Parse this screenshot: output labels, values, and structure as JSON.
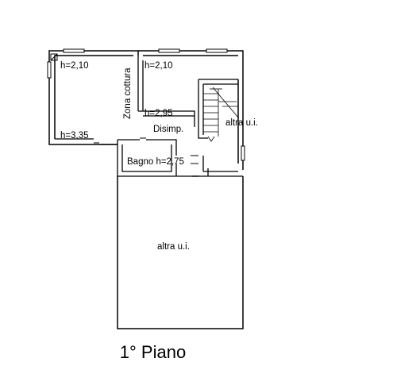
{
  "floor_title": "1° Piano",
  "labels": {
    "h_room_left": "h=2,10",
    "h_room_right": "h=2,10",
    "zona_cottura": "Zona cottura",
    "h_middle": "h=2,95",
    "disimp": "Disimp.",
    "altra_ui_upper": "altra u.i.",
    "h_bottom_left": "h=3,35",
    "bagno": "Bagno h=2,75",
    "altra_ui_lower": "altra u.i."
  }
}
